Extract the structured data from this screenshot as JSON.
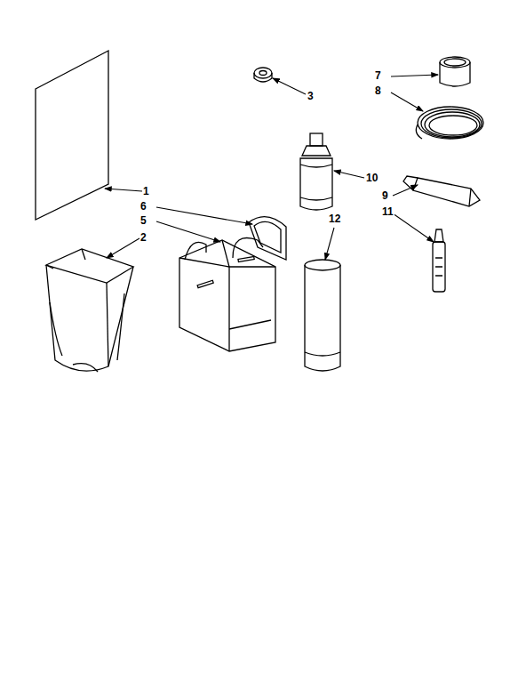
{
  "diagram": {
    "labels": [
      "7",
      "3",
      "8",
      "10",
      "1",
      "9",
      "6",
      "11",
      "5",
      "12",
      "2"
    ]
  }
}
